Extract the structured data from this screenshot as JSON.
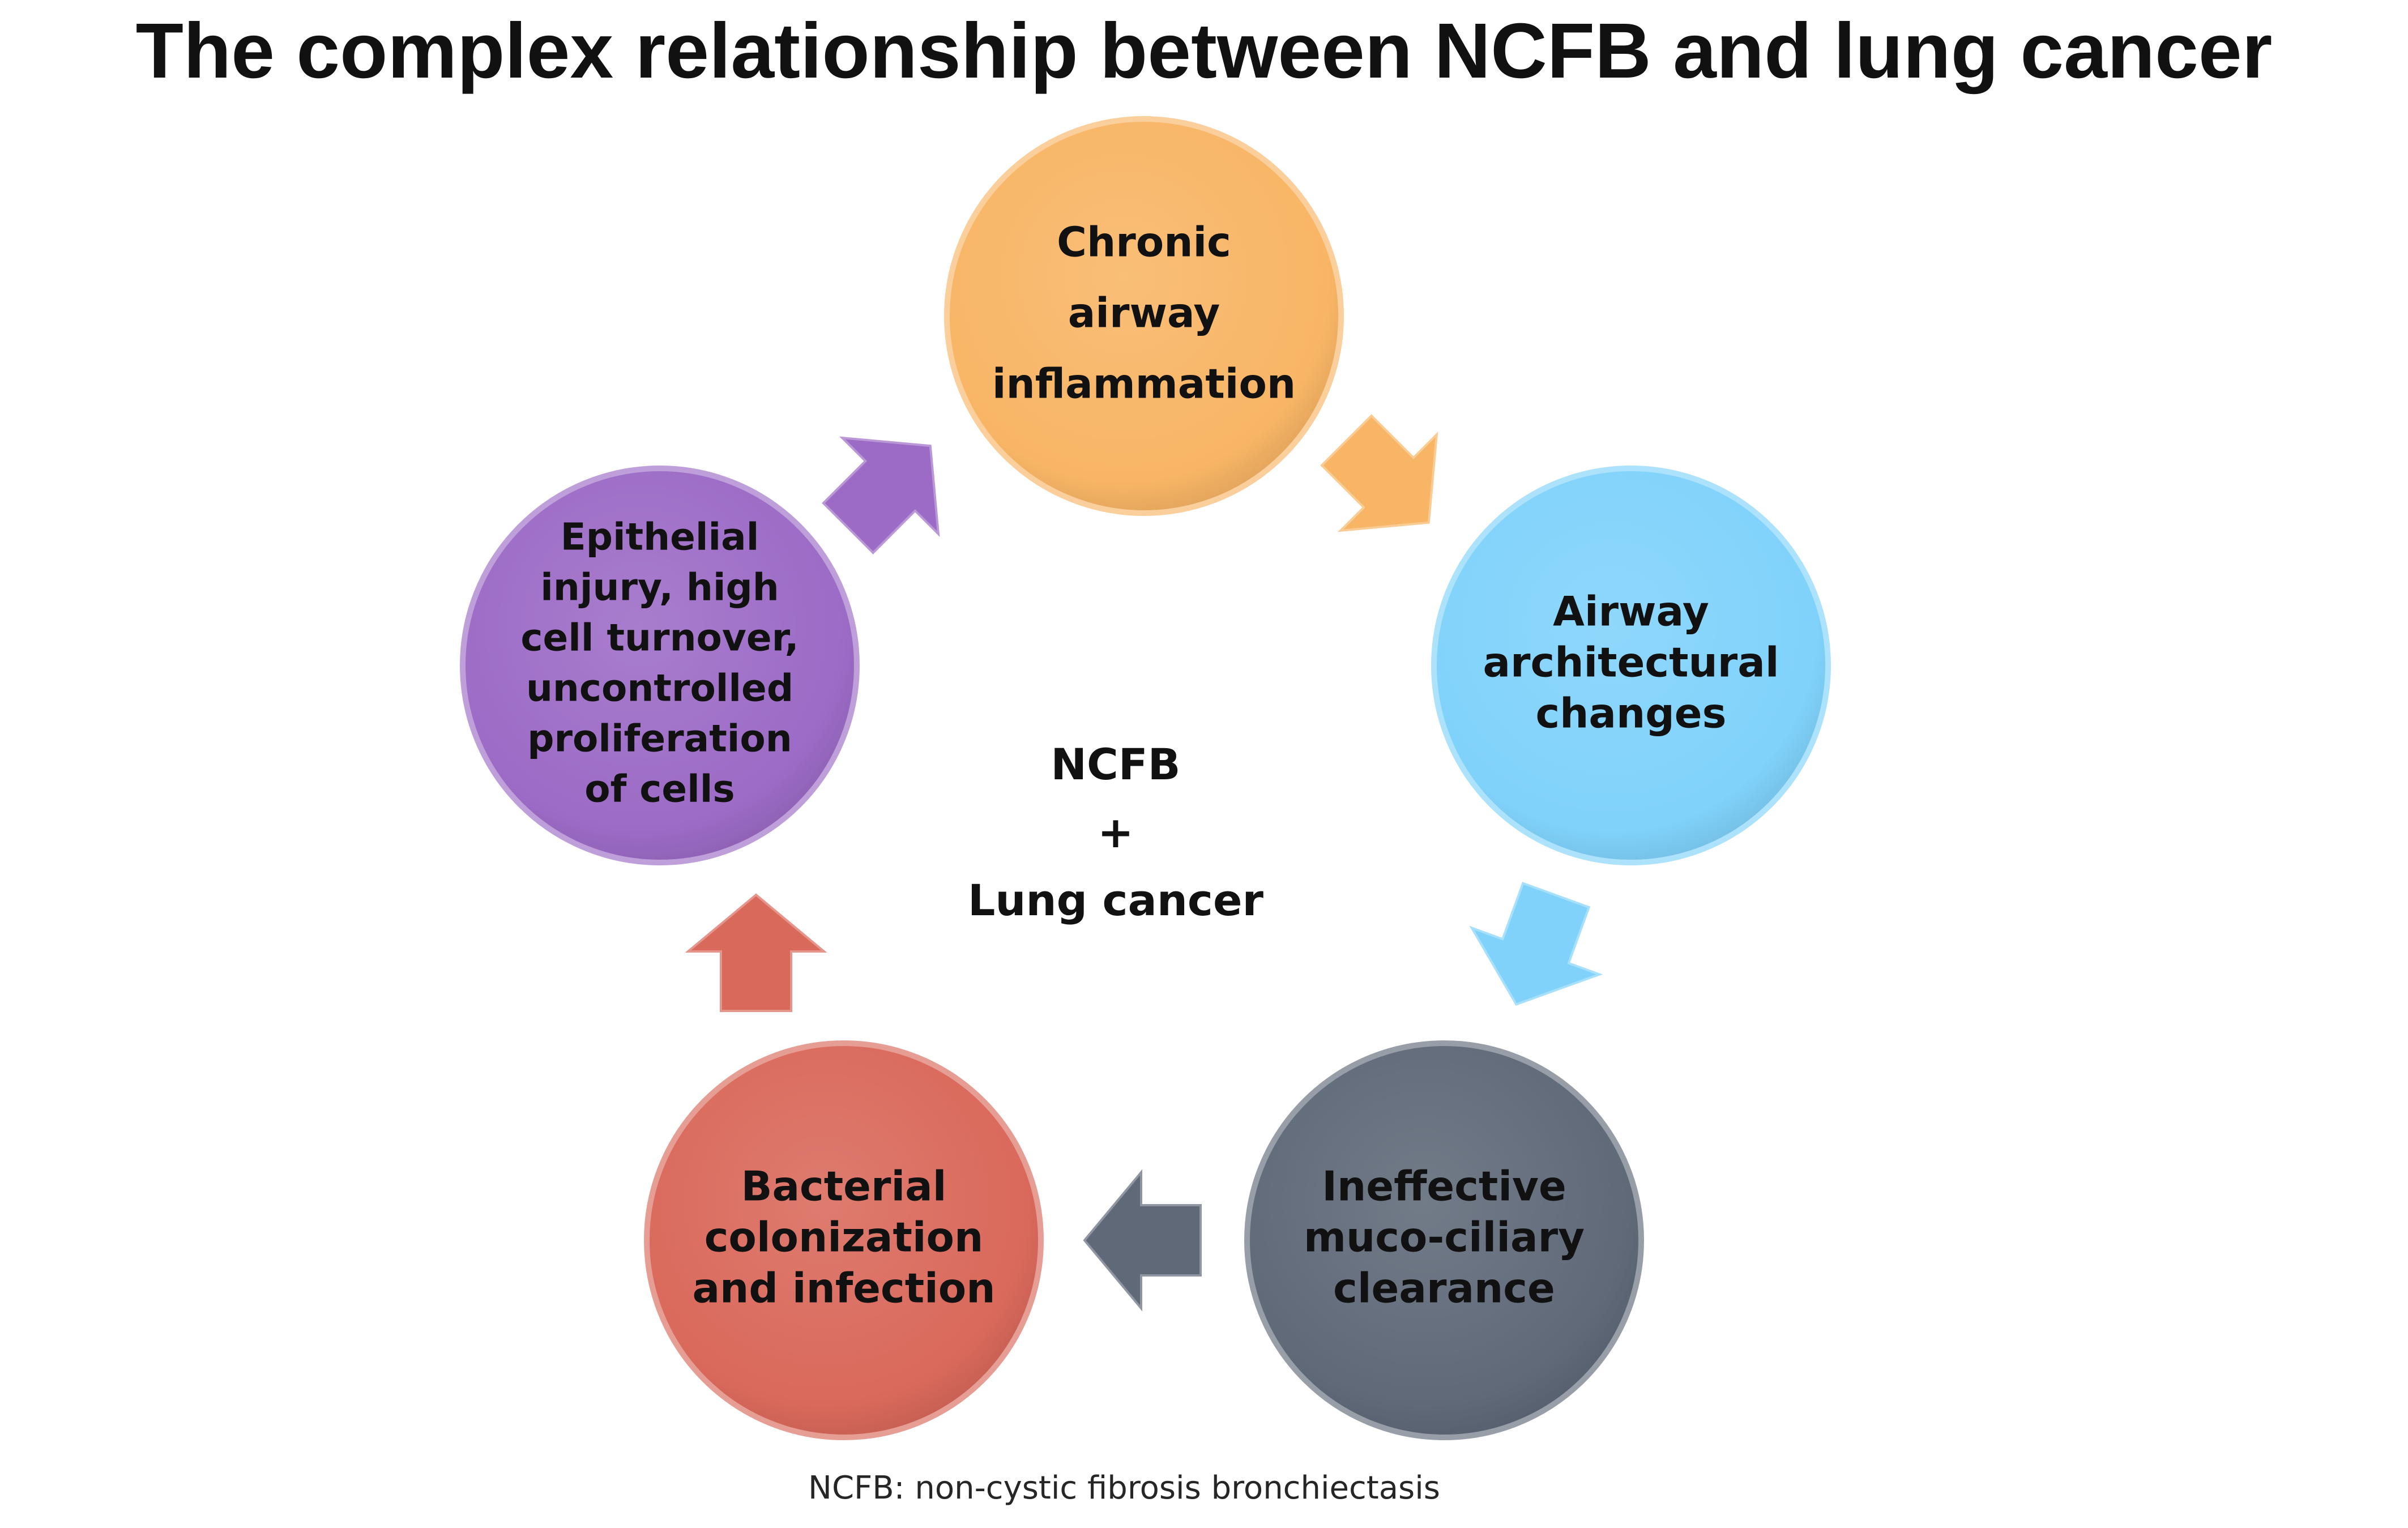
{
  "title": "The complex relationship between NCFB and lung cancer",
  "center": {
    "line1": "NCFB",
    "line2": "+",
    "line3": "Lung cancer"
  },
  "footnote": "NCFB: non-cystic fibrosis bronchiectasis",
  "nodes": [
    {
      "id": "chronic-airway-inflammation",
      "lines": [
        "Chronic",
        "airway",
        "inflammation"
      ],
      "color": "#F8B565"
    },
    {
      "id": "airway-architectural-changes",
      "lines": [
        "Airway",
        "architectural",
        "changes"
      ],
      "color": "#80D2FB"
    },
    {
      "id": "ineffective-muco-ciliary-clearance",
      "lines": [
        "Ineffective",
        "muco-ciliary",
        "clearance"
      ],
      "color": "#5F6978"
    },
    {
      "id": "bacterial-colonization-and-infection",
      "lines": [
        "Bacterial",
        "colonization",
        "and infection"
      ],
      "color": "#D9695B"
    },
    {
      "id": "epithelial-injury",
      "lines": [
        "Epithelial",
        "injury, high",
        "cell turnover,",
        "uncontrolled",
        "proliferation",
        "of cells"
      ],
      "color": "#9C6BC6"
    }
  ],
  "arrows": [
    {
      "id": "arrow-inflammation-to-architectural",
      "color": "#F8B565"
    },
    {
      "id": "arrow-architectural-to-clearance",
      "color": "#80D2FB"
    },
    {
      "id": "arrow-clearance-to-bacterial",
      "color": "#5F6978"
    },
    {
      "id": "arrow-bacterial-to-epithelial",
      "color": "#D9695B"
    },
    {
      "id": "arrow-epithelial-to-inflammation",
      "color": "#9C6BC6"
    }
  ]
}
